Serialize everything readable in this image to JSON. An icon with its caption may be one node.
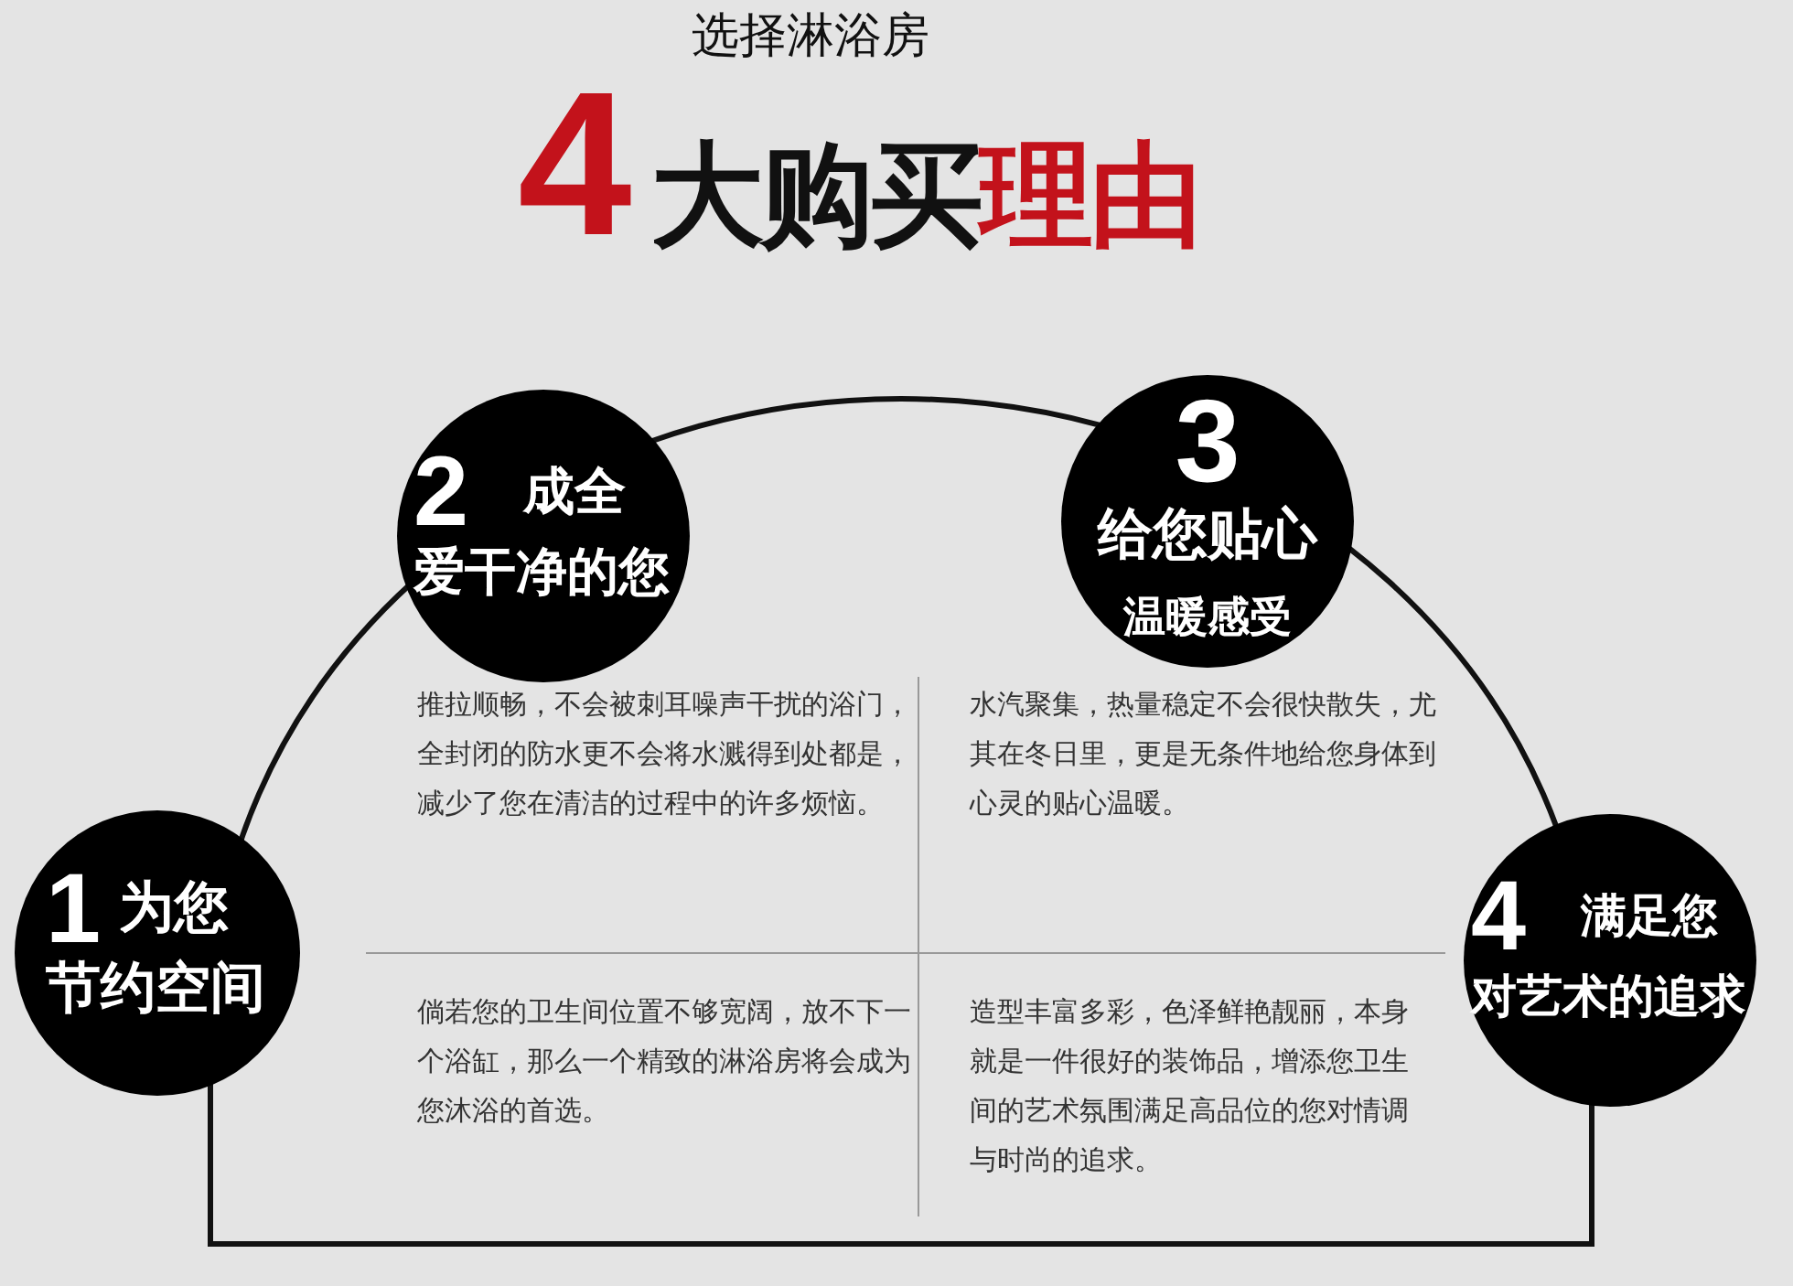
{
  "diagram": {
    "title": "**4**大购买**理由**",
    "nodes": [
      {
        "text": [
          "2",
          "成全爱干净的您"
        ]
      },
      {
        "text": [
          "3",
          "给您贴心",
          "温暖感受"
        ]
      },
      {
        "text": [
          "1",
          "为您节约空间"
        ]
      },
      {
        "text": [
          "4",
          "满足您对艺术的追求"
        ]
      }
    ],
    "labels": [
      "选择淋浴房",
      "推拉顺畅，不会被刺耳噪声干扰的浴门，全封闭的防水更不会将水溅得到处都是，减少了您在清洁的过程中的许多烦恼。",
      "水汽聚集，热量稳定不会很快散失，尤其在冬日里，更是无条件地给您身体到心灵的贴心温暖。",
      "倘若您的卫生间位置不够宽阔，放不下一个浴缸，那么一个精致的淋浴房将会成为您沐浴的首选。",
      "造型丰富多彩，色泽鲜艳靓丽，本身就是一件很好的装饰品，增添您卫生间的艺术氛围满足高品位的您对情调与时尚的追求。"
    ]
  }
}
